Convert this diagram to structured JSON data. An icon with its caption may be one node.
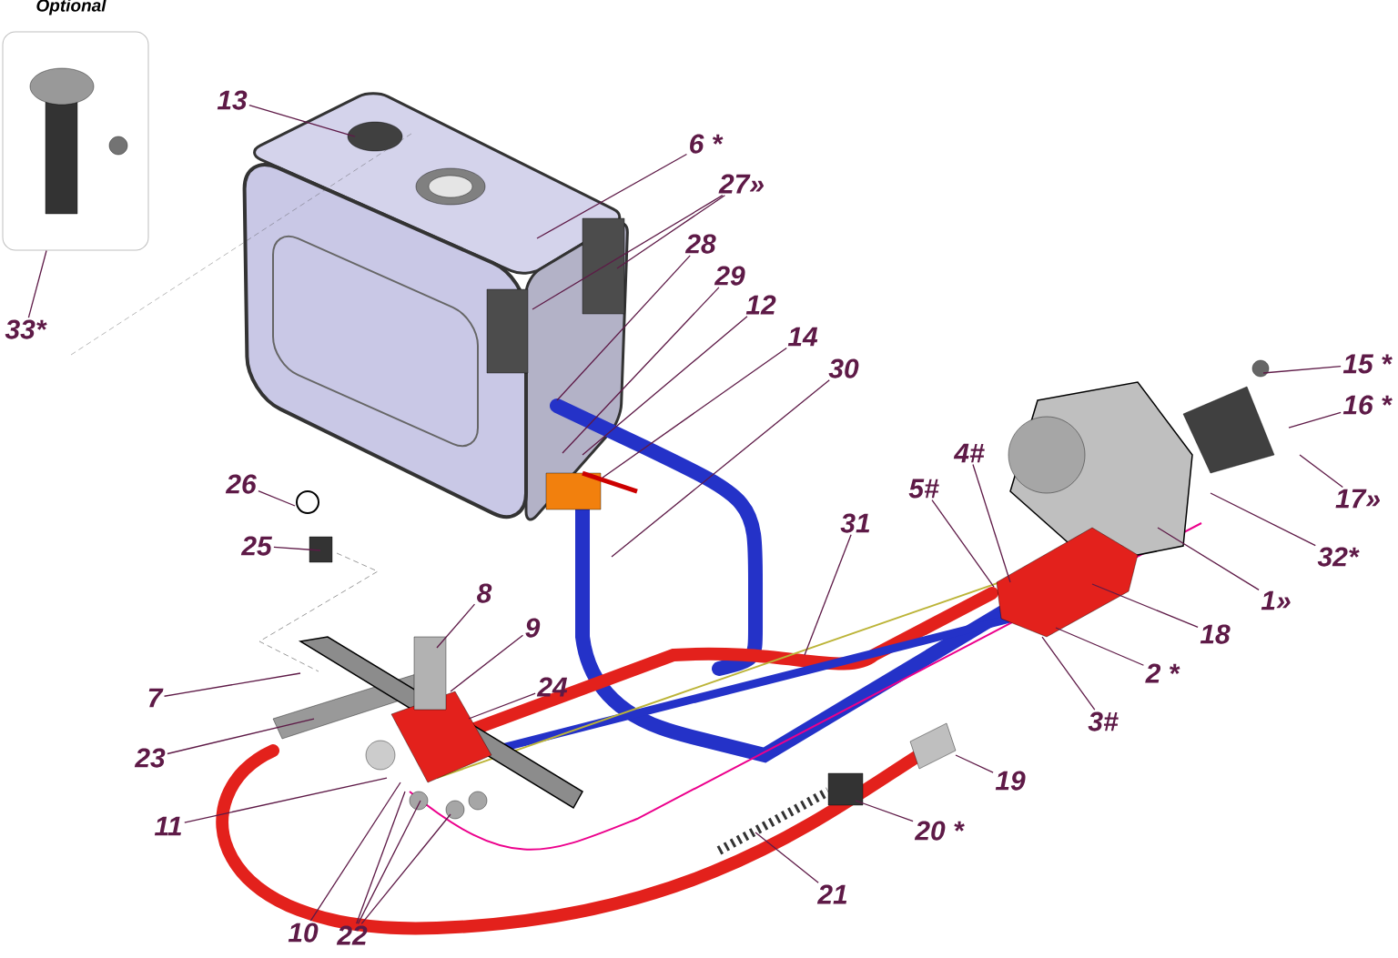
{
  "diagram": {
    "nodes": [
      {
        "text": [
          "Optional"
        ]
      },
      {
        "text": [
          "33*"
        ]
      },
      {
        "text": [
          "13"
        ]
      },
      {
        "text": [
          "6 *"
        ]
      },
      {
        "text": [
          "27»"
        ]
      },
      {
        "text": [
          "28"
        ]
      },
      {
        "text": [
          "29"
        ]
      },
      {
        "text": [
          "12"
        ]
      },
      {
        "text": [
          "14"
        ]
      },
      {
        "text": [
          "30"
        ]
      },
      {
        "text": [
          "15 *"
        ]
      },
      {
        "text": [
          "16 *"
        ]
      },
      {
        "text": [
          "4#"
        ]
      },
      {
        "text": [
          "5#"
        ]
      },
      {
        "text": [
          "17»"
        ]
      },
      {
        "text": [
          "32*"
        ]
      },
      {
        "text": [
          "1»"
        ]
      },
      {
        "text": [
          "31"
        ]
      },
      {
        "text": [
          "18"
        ]
      },
      {
        "text": [
          "2 *"
        ]
      },
      {
        "text": [
          "3#"
        ]
      },
      {
        "text": [
          "26"
        ]
      },
      {
        "text": [
          "25"
        ]
      },
      {
        "text": [
          "8"
        ]
      },
      {
        "text": [
          "9"
        ]
      },
      {
        "text": [
          "7"
        ]
      },
      {
        "text": [
          "24"
        ]
      },
      {
        "text": [
          "23"
        ]
      },
      {
        "text": [
          "19"
        ]
      },
      {
        "text": [
          "11"
        ]
      },
      {
        "text": [
          "20 *"
        ]
      },
      {
        "text": [
          "21"
        ]
      },
      {
        "text": [
          "10"
        ]
      },
      {
        "text": [
          "22"
        ]
      }
    ],
    "edges": [
      {
        "from": 1,
        "to": 0,
        "arrow": "none"
      },
      {
        "from": 2,
        "to": null,
        "arrow": "none"
      },
      {
        "from": 3,
        "to": null,
        "arrow": "none"
      },
      {
        "from": 4,
        "to": null,
        "arrow": "none"
      },
      {
        "from": 4,
        "to": null,
        "arrow": "none"
      },
      {
        "from": 5,
        "to": null,
        "arrow": "none"
      },
      {
        "from": 6,
        "to": null,
        "arrow": "none"
      },
      {
        "from": 7,
        "to": null,
        "arrow": "none"
      },
      {
        "from": 8,
        "to": null,
        "arrow": "none"
      },
      {
        "from": 9,
        "to": null,
        "arrow": "none"
      },
      {
        "from": 10,
        "to": null,
        "arrow": "none"
      },
      {
        "from": 11,
        "to": null,
        "arrow": "none"
      },
      {
        "from": 12,
        "to": null,
        "arrow": "none"
      },
      {
        "from": 13,
        "to": null,
        "arrow": "none"
      },
      {
        "from": 14,
        "to": null,
        "arrow": "none"
      },
      {
        "from": 15,
        "to": null,
        "arrow": "none"
      },
      {
        "from": 16,
        "to": null,
        "arrow": "none"
      },
      {
        "from": 17,
        "to": null,
        "arrow": "none"
      },
      {
        "from": 18,
        "to": null,
        "arrow": "none"
      },
      {
        "from": 19,
        "to": null,
        "arrow": "none"
      },
      {
        "from": 20,
        "to": null,
        "arrow": "none"
      },
      {
        "from": 21,
        "to": null,
        "arrow": "none"
      },
      {
        "from": 22,
        "to": null,
        "arrow": "none"
      },
      {
        "from": 23,
        "to": null,
        "arrow": "none"
      },
      {
        "from": 24,
        "to": null,
        "arrow": "none"
      },
      {
        "from": 25,
        "to": null,
        "arrow": "none"
      },
      {
        "from": 26,
        "to": null,
        "arrow": "none"
      },
      {
        "from": 27,
        "to": null,
        "arrow": "none"
      },
      {
        "from": 28,
        "to": null,
        "arrow": "none"
      },
      {
        "from": 29,
        "to": null,
        "arrow": "none"
      },
      {
        "from": 30,
        "to": null,
        "arrow": "none"
      },
      {
        "from": 31,
        "to": null,
        "arrow": "none"
      },
      {
        "from": 32,
        "to": null,
        "arrow": "none"
      },
      {
        "from": 33,
        "to": null,
        "arrow": "none"
      },
      {
        "from": 33,
        "to": null,
        "arrow": "none"
      },
      {
        "from": 33,
        "to": null,
        "arrow": "none"
      }
    ]
  }
}
